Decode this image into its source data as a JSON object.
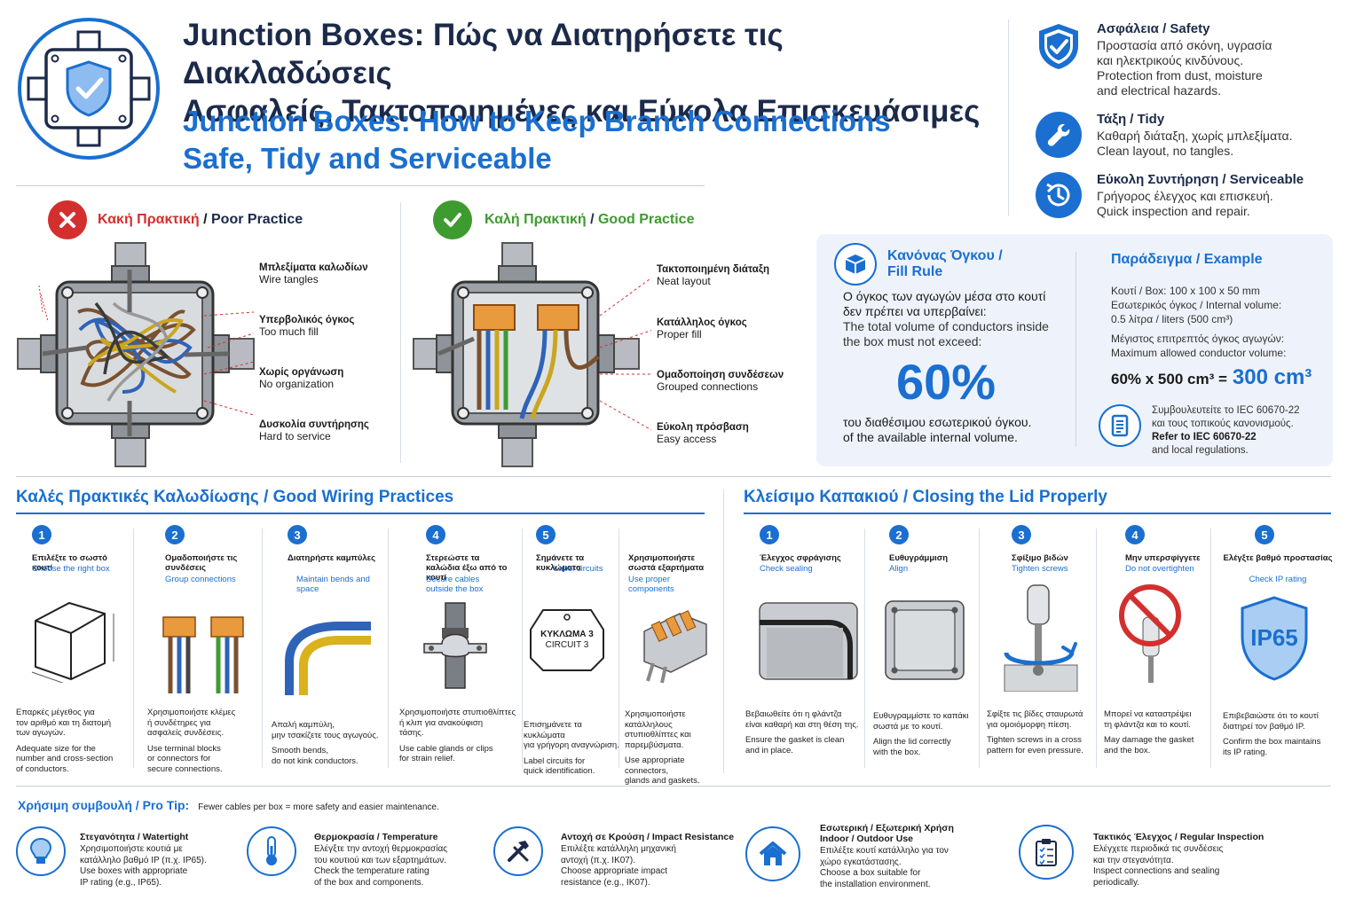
{
  "header": {
    "title_el_1": "Junction Boxes: Πώς να Διατηρήσετε τις Διακλαδώσεις",
    "title_el_2": "Ασφαλείς, Τακτοποιημένες και Εύκολα Επισκευάσιμες",
    "title_en_1": "Junction Boxes: How to Keep Branch Connections",
    "title_en_2": "Safe, Tidy and Serviceable"
  },
  "features": [
    {
      "icon": "shield-check-icon",
      "title": "Ασφάλεια / Safety",
      "el": "Προστασία από σκόνη, υγρασία",
      "el2": "και ηλεκτρικούς κινδύνους.",
      "en": "Protection from dust, moisture",
      "en2": "and electrical hazards."
    },
    {
      "icon": "wrench-icon",
      "title": "Τάξη / Tidy",
      "el": "Καθαρή διάταξη, χωρίς μπλεξίματα.",
      "el2": "",
      "en": "Clean layout, no tangles.",
      "en2": ""
    },
    {
      "icon": "clock-refresh-icon",
      "title": "Εύκολη Συντήρηση / Serviceable",
      "el": "Γρήγορος έλεγχος και επισκευή.",
      "el2": "",
      "en": "Quick inspection and repair.",
      "en2": ""
    }
  ],
  "poor": {
    "heading_el": "Κακή Πρακτική",
    "heading_sep": " / ",
    "heading_en": "Poor Practice",
    "labels": [
      {
        "el": "Μπλεξίματα καλωδίων",
        "en": "Wire tangles"
      },
      {
        "el": "Υπερβολικός όγκος",
        "en": "Too much fill"
      },
      {
        "el": "Χωρίς οργάνωση",
        "en": "No organization"
      },
      {
        "el": "Δυσκολία συντήρησης",
        "en": "Hard to service"
      }
    ]
  },
  "good": {
    "heading_el": "Καλή Πρακτική",
    "heading_sep": " / ",
    "heading_en": "Good Practice",
    "labels": [
      {
        "el": "Τακτοποιημένη διάταξη",
        "en": "Neat layout"
      },
      {
        "el": "Κατάλληλος όγκος",
        "en": "Proper fill"
      },
      {
        "el": "Ομαδοποίηση συνδέσεων",
        "en": "Grouped connections"
      },
      {
        "el": "Εύκολη πρόσβαση",
        "en": "Easy access"
      }
    ]
  },
  "fill_rule": {
    "title_1": "Κανόνας Όγκου /",
    "title_2": "Fill Rule",
    "el_1": "Ο όγκος των αγωγών μέσα στο κουτί",
    "el_2": "δεν πρέπει να υπερβαίνει:",
    "en_1": "The total volume of conductors inside",
    "en_2": "the box must not exceed:",
    "percent": "60%",
    "after_el": "του διαθέσιμου εσωτερικού όγκου.",
    "after_en": "of the available internal volume."
  },
  "example": {
    "title": "Παράδειγμα / Example",
    "line1": "Κουτί / Box: 100 x 100 x 50 mm",
    "line2": "Εσωτερικός όγκος / Internal volume:",
    "line3": "0.5 λίτρα / liters (500 cm³)",
    "line4": "Μέγιστος επιτρεπτός όγκος αγωγών:",
    "line5": "Maximum allowed conductor volume:",
    "calc": "60% x 500 cm³ =",
    "result": "300 cm³",
    "ref_el_1": "Συμβουλευτείτε το IEC 60670-22",
    "ref_el_2": "και τους τοπικούς κανονισμούς.",
    "ref_en_1": "Refer to IEC 60670-22",
    "ref_en_2": "and local regulations."
  },
  "wiring": {
    "title": "Καλές Πρακτικές Καλωδίωσης / Good Wiring Practices",
    "steps": [
      {
        "n": "1",
        "el": "Επιλέξτε το σωστό κουτί",
        "en": "Choose the right box",
        "d1": "Επαρκές μέγεθος για",
        "d2": "τον αριθμό και τη διατομή",
        "d3": "των αγωγών.",
        "e1": "Adequate size for the",
        "e2": "number and cross-section",
        "e3": "of conductors."
      },
      {
        "n": "2",
        "el": "Ομαδοποιήστε τις συνδέσεις",
        "en": "Group connections",
        "d1": "Χρησιμοποιήστε κλέμες",
        "d2": "ή συνδέτηρες για",
        "d3": "ασφαλείς συνδέσεις.",
        "e1": "Use terminal blocks",
        "e2": "or connectors for",
        "e3": "secure connections."
      },
      {
        "n": "3",
        "el": "Διατηρήστε καμπύλες",
        "en": "Maintain bends and space",
        "d1": "Απαλή καμπύλη,",
        "d2": "μην τσακίζετε τους αγωγούς.",
        "d3": "",
        "e1": "Smooth bends,",
        "e2": "do not kink conductors.",
        "e3": ""
      },
      {
        "n": "4",
        "el": "Στερεώστε τα καλώδια έξω από το κουτί",
        "en": "Secure cables outside the box",
        "d1": "Χρησιμοποιήστε στυπιοθλίπτες",
        "d2": "ή κλιπ για ανακούφιση",
        "d3": "τάσης.",
        "e1": "Use cable glands or clips",
        "e2": "for strain relief.",
        "e3": ""
      },
      {
        "n": "5",
        "el": "Σημάνετε τα κυκλώματα",
        "en": "Label circuits",
        "d1": "Επισημάνετε τα κυκλώματα",
        "d2": "για γρήγορη αναγνώριση.",
        "d3": "",
        "e1": "Label circuits for",
        "e2": "quick identification.",
        "e3": ""
      },
      {
        "n": "",
        "el": "Χρησιμοποιήστε σωστά εξαρτήματα",
        "en": "Use proper components",
        "d1": "Χρησιμοποιήστε κατάλληλους",
        "d2": "στυπιοθλίπτες και παρεμβύσματα.",
        "d3": "",
        "e1": "Use appropriate connectors,",
        "e2": "glands and gaskets.",
        "e3": ""
      }
    ],
    "circuit_label_1": "ΚΥΚΛΩΜΑ 3",
    "circuit_label_2": "CIRCUIT 3"
  },
  "lid": {
    "title": "Κλείσιμο Καπακιού / Closing the Lid Properly",
    "steps": [
      {
        "n": "1",
        "el": "Έλεγχος σφράγισης",
        "en": "Check sealing",
        "d1": "Βεβαιωθείτε ότι η φλάντζα",
        "d2": "είναι καθαρή και στη θέση της.",
        "e1": "Ensure the gasket is clean",
        "e2": "and in place."
      },
      {
        "n": "2",
        "el": "Ευθυγράμμιση",
        "en": "Align",
        "d1": "Ευθυγραμμίστε το καπάκι",
        "d2": "σωστά με το κουτί.",
        "e1": "Align the lid correctly",
        "e2": "with the box."
      },
      {
        "n": "3",
        "el": "Σφίξιμο βιδών",
        "en": "Tighten screws",
        "d1": "Σφίξτε τις βίδες σταυρωτά",
        "d2": "για ομοιόμορφη πίεση.",
        "e1": "Tighten screws in a cross",
        "e2": "pattern for even pressure."
      },
      {
        "n": "4",
        "el": "Μην υπερσφίγγετε",
        "en": "Do not overtighten",
        "d1": "Μπορεί να καταστρέψει",
        "d2": "τη φλάντζα και το κουτί.",
        "e1": "May damage the gasket",
        "e2": "and the box."
      },
      {
        "n": "5",
        "el": "Ελέγξτε βαθμό προστασίας",
        "en": "Check IP rating",
        "d1": "Επιβεβαιώστε ότι το κουτί",
        "d2": "διατηρεί τον βαθμό IP.",
        "e1": "Confirm the box maintains",
        "e2": "its IP rating."
      }
    ],
    "ip_label": "IP65"
  },
  "tip": {
    "title": "Χρήσιμη συμβουλή / Pro Tip:",
    "text": "Fewer cables per box = more safety and easier maintenance."
  },
  "tips": [
    {
      "icon": "bulb-icon",
      "title": "Στεγανότητα / Watertight",
      "el1": "Χρησιμοποιήστε κουτιά με",
      "el2": "κατάλληλο βαθμό IP (π.χ. IP65).",
      "en1": "Use boxes with appropriate",
      "en2": "IP rating (e.g., IP65)."
    },
    {
      "icon": "thermometer-icon",
      "title": "Θερμοκρασία / Temperature",
      "el1": "Ελέγξτε την αντοχή θερμοκρασίας",
      "el2": "του κουτιού και των εξαρτημάτων.",
      "en1": "Check the temperature rating",
      "en2": "of the box and components."
    },
    {
      "icon": "hammer-icon",
      "title": "Αντοχή σε Κρούση / Impact Resistance",
      "el1": "Επιλέξτε κατάλληλη μηχανική",
      "el2": "αντοχή (π.χ. IK07).",
      "en1": "Choose appropriate impact",
      "en2": "resistance (e.g., IK07)."
    },
    {
      "icon": "house-icon",
      "title": "Εσωτερική / Εξωτερική Χρήση",
      "title2": "Indoor / Outdoor Use",
      "el1": "Επιλέξτε κουτί κατάλληλο για τον",
      "el2": "χώρο εγκατάστασης.",
      "en1": "Choose a box suitable for",
      "en2": "the installation environment."
    },
    {
      "icon": "clipboard-icon",
      "title": "Τακτικός Έλεγχος / Regular Inspection",
      "el1": "Ελέγχετε περιοδικά τις συνδέσεις",
      "el2": "και την στεγανότητα.",
      "en1": "Inspect connections and sealing",
      "en2": "periodically."
    }
  ],
  "colors": {
    "accent": "#1a6fd0",
    "navy": "#1c2a4a",
    "bad": "#d32f2f",
    "good": "#3e9b2f",
    "panel": "#eef3fb"
  }
}
